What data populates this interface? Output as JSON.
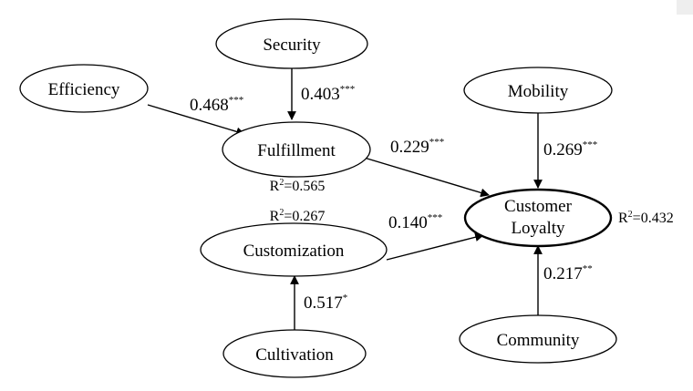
{
  "nodes": {
    "security": "Security",
    "efficiency": "Efficiency",
    "mobility": "Mobility",
    "fulfillment": "Fulfillment",
    "customer_loyalty_line1": "Customer",
    "customer_loyalty_line2": "Loyalty",
    "customization": "Customization",
    "cultivation": "Cultivation",
    "community": "Community"
  },
  "paths": {
    "efficiency_fulfillment": {
      "value": "0.468",
      "sig": "***"
    },
    "security_fulfillment": {
      "value": "0.403",
      "sig": "***"
    },
    "fulfillment_loyalty": {
      "value": "0.229",
      "sig": "***"
    },
    "mobility_loyalty": {
      "value": "0.269",
      "sig": "***"
    },
    "customization_loyalty": {
      "value": "0.140",
      "sig": "***"
    },
    "cultivation_customization": {
      "value": "0.517",
      "sig": "*"
    },
    "community_loyalty": {
      "value": "0.217",
      "sig": "**"
    }
  },
  "r_squared": {
    "fulfillment": {
      "label": "R",
      "exp": "2",
      "value": "=0.565"
    },
    "customization": {
      "label": "R",
      "exp": "2",
      "value": "=0.267"
    },
    "customer_loyalty": {
      "label": "R",
      "exp": "2",
      "value": "=0.432"
    }
  }
}
